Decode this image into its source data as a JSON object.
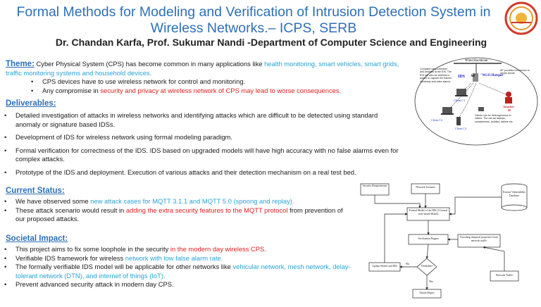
{
  "title_line1": "Formal Methods for Modeling and Verification of Intrusion Detection System in",
  "title_line2": "Wireless Networks.– ICPS, SERB",
  "authors": "Dr. Chandan Karfa, Prof. Sukumar Nandi -Department of Computer Science and Engineering",
  "theme": {
    "heading": "Theme:",
    "text_a": " Cyber Physical System (CPS) has become common in many applications like ",
    "text_b": "health monitoring, smart vehicles, smart grids, traffic monitoring systems and household devices.",
    "bullet1": "CPS devices have to use wireless network for control and monitoring.",
    "bullet2_a": "Any compromise in ",
    "bullet2_b": "security and privacy at wireless network of CPS may lead to worse consequences."
  },
  "deliverables": {
    "heading": "Deliverables:",
    "items": [
      "Detailed investigation of attacks in wireless networks and identifying attacks which are difficult to be detected using standard anomaly or signature based IDSs.",
      "Development of IDS for wireless network using formal modeling paradigm.",
      "Formal verification for correctness of the IDS. IDS based on upgraded models will have high accuracy with no false alarms even for complex attacks.",
      "Prototype of the IDS and deployment. Execution of various attacks and their detection mechanism on a real test bed."
    ]
  },
  "current_status": {
    "heading": "Current Status:",
    "b1_a": "We have observed some ",
    "b1_b": "new attack cases for MQTT 3.1.1 and MQTT 5.0 (spoong and replay).",
    "b2_a": "These attack scenario would result in ",
    "b2_b": "adding the extra security features to the MQTT protocol",
    "b2_c": " from prevention of our proposed attacks."
  },
  "societal": {
    "heading": "Societal Impact:",
    "b1_a": "This project aims to fix some loophole in the security ",
    "b1_b": "in the modern day wireless CPS.",
    "b2_a": "Verifiable IDS framework for wireless ",
    "b2_b": "network with low false alarm rate.",
    "b3_a": "The formally verifiable IDS model will be applicable for other networks like ",
    "b3_b": "vehicular network, mesh network, delay-tolerant network (DTN), and internet of things (IoT).",
    "b4": "Prevent advanced security attack in modern day CPS."
  },
  "network_figure": {
    "backbone": "Wired Backbone",
    "ids_label": "IDS",
    "ap_label": "AP",
    "hotspot": "\"Wi-Fi Hotspot\"",
    "attacker": "Attacker",
    "attacker_sub": "M",
    "client1": "Client C1",
    "client2": "Client C2",
    "client3": "Client C3",
    "note_left": "Complete data collection and analysis at the IDS. The IDS will also be wireless in nature to capture the frames wirelessly and raise alarms.",
    "note_right": "AP provides connection to all the clients",
    "note_bottom": "Clients can be heterogeneous in nature. The can be laptops, smartphones, mobiles, tablets etc."
  },
  "flow_figure": {
    "security_req": "Security Requirements",
    "network_scenario": "Network Scenario",
    "known_vuln": "Known Vulnerability Database",
    "formal_model": "Formal Model of the IDS (A formal state based Model)",
    "verification_engine": "Verification Engine",
    "encoding": "Encoding temporal properties from network traffic",
    "verifiable": "Verifiable?",
    "update": "Update Model and IDS",
    "no": "No",
    "yes": "Yes",
    "network_traffic": "Network Traffic",
    "attack_report": "Attack Report"
  },
  "colors": {
    "title": "#2e6fb7",
    "highlight": "#2aa3d6",
    "alert": "#e02020"
  }
}
